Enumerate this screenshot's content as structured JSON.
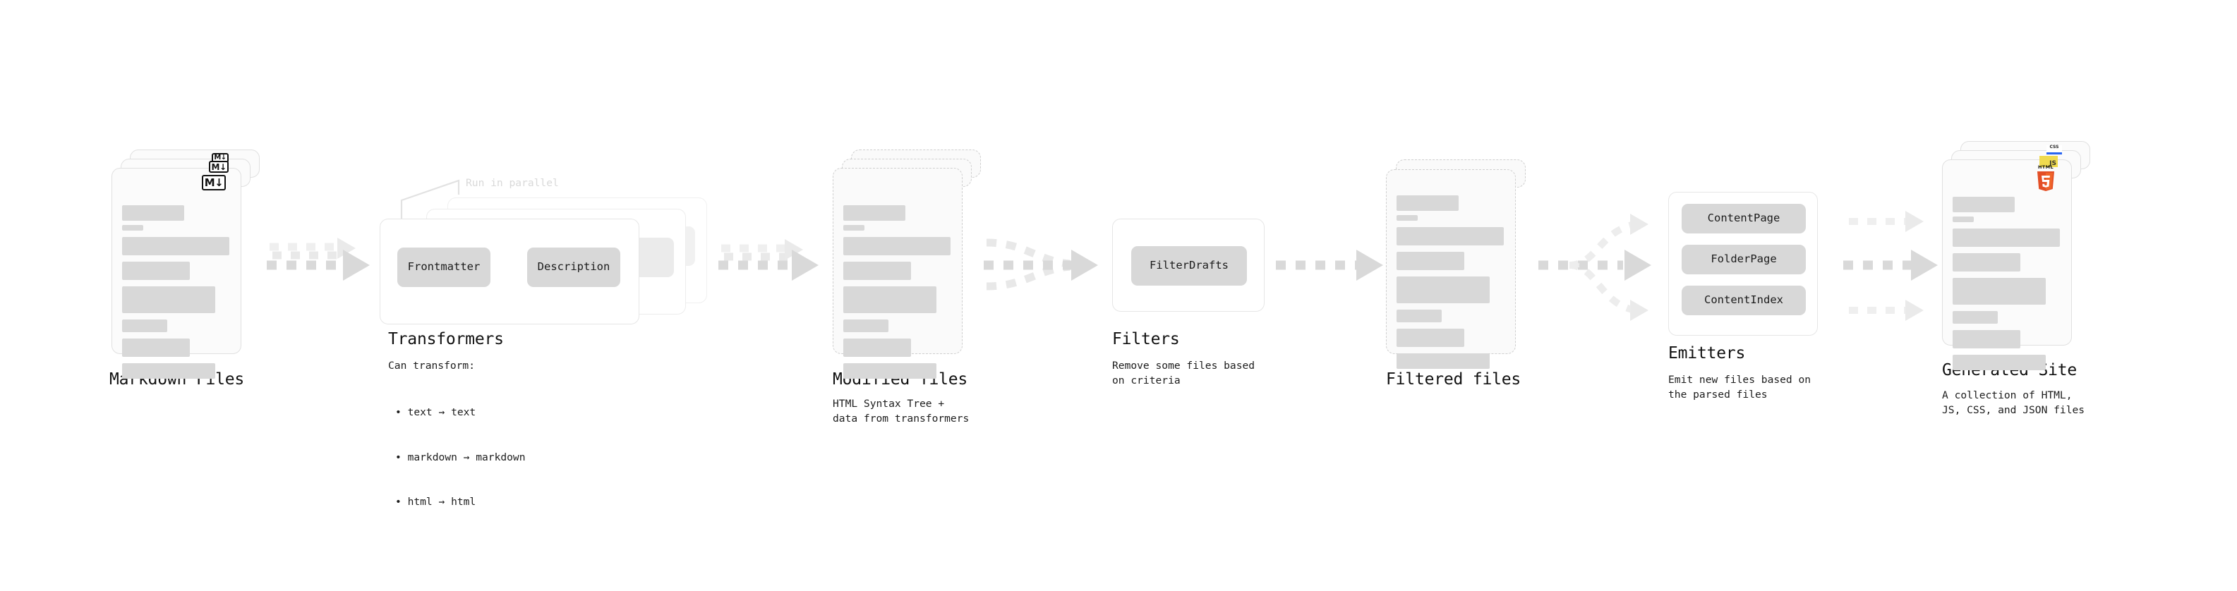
{
  "diagram": {
    "type": "pipeline-flow",
    "background": "#ffffff",
    "accent_colors": {
      "card_fill": "#fbfbfb",
      "card_border": "#e0e0e0",
      "bar_fill": "#d8d8d8",
      "chip_fill": "#d8d8d8",
      "arrow_fill": "#d9d9d9",
      "html5_orange": "#e34f26",
      "js_yellow": "#f0db4f",
      "css_blue": "#2965f1",
      "markdown_black": "#111111",
      "muted_text": "#d9d9d9"
    }
  },
  "stages": [
    {
      "id": "markdown-files",
      "title": "Markdown Files",
      "description": "",
      "kind": "file-stack",
      "card_style": "solid",
      "badge": "markdown-icon",
      "badge_label": "M↓",
      "stack_count": 3
    },
    {
      "id": "transformers",
      "title": "Transformers",
      "description": "Can transform:",
      "kind": "process-box",
      "annotation": "Run in parallel",
      "bullets": [
        "• text → text",
        "• markdown → markdown",
        "• html → html"
      ],
      "chips": [
        "Frontmatter",
        "Description"
      ],
      "layer_count": 3
    },
    {
      "id": "modified-files",
      "title": "Modified files",
      "description": "HTML Syntax Tree +\ndata from transformers",
      "kind": "file-stack",
      "card_style": "dashed",
      "badge": "none",
      "stack_count": 3
    },
    {
      "id": "filters",
      "title": "Filters",
      "description": "Remove some files based\non criteria",
      "kind": "process-box",
      "chips": [
        "FilterDrafts"
      ],
      "layer_count": 1
    },
    {
      "id": "filtered-files",
      "title": "Filtered files",
      "description": "",
      "kind": "file-stack",
      "card_style": "dashed",
      "badge": "none",
      "stack_count": 2
    },
    {
      "id": "emitters",
      "title": "Emitters",
      "description": "Emit new files based on\nthe parsed files",
      "kind": "process-box",
      "chips": [
        "ContentPage",
        "FolderPage",
        "ContentIndex"
      ],
      "layer_count": 1
    },
    {
      "id": "generated-site",
      "title": "Generated Site",
      "description": "A collection of HTML,\nJS, CSS, and JSON files",
      "kind": "file-stack",
      "card_style": "solid",
      "badge": "html5-icon",
      "badge_secondary": [
        "js-icon",
        "css3-icon"
      ],
      "badge_labels": {
        "html5": "HTML",
        "js": "JS",
        "css": "CSS"
      },
      "stack_count": 3
    }
  ],
  "connectors": [
    {
      "from": "markdown-files",
      "to": "transformers",
      "style": "dashed",
      "heads": 1,
      "pattern": "stacked-fade"
    },
    {
      "from": "transformers",
      "to": "modified-files",
      "style": "dashed",
      "heads": 1,
      "pattern": "stacked-fade"
    },
    {
      "from": "modified-files",
      "to": "filters",
      "style": "dashed",
      "heads": 1,
      "pattern": "merge-3-to-1"
    },
    {
      "from": "filters",
      "to": "filtered-files",
      "style": "dashed",
      "heads": 1,
      "pattern": "straight"
    },
    {
      "from": "filtered-files",
      "to": "emitters",
      "style": "dashed",
      "heads": 3,
      "pattern": "fan-1-to-3"
    },
    {
      "from": "emitters",
      "to": "generated-site",
      "style": "dashed",
      "heads": 3,
      "pattern": "parallel-3"
    }
  ],
  "card_skeleton": {
    "heading_bar": {
      "width": 88,
      "height": 22
    },
    "caption_bar": {
      "width": 30,
      "height": 8
    },
    "body_bars": [
      {
        "width": 152,
        "height": 26
      },
      {
        "width": 96,
        "height": 26
      },
      {
        "width": 132,
        "height": 38
      },
      {
        "width": 64,
        "height": 18
      },
      {
        "width": 96,
        "height": 26
      },
      {
        "width": 132,
        "height": 22
      }
    ]
  }
}
